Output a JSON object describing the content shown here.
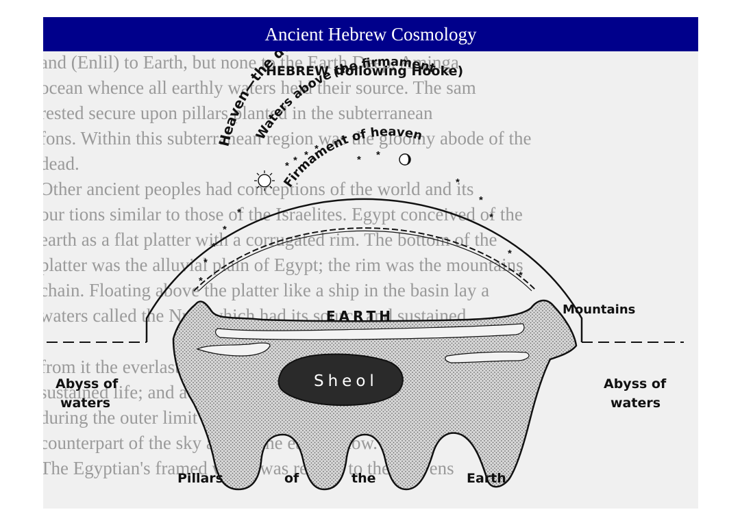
{
  "slide": {
    "title": "Ancient Hebrew Cosmology"
  },
  "diagram": {
    "heading": "HEBREW (following Hooke)",
    "arc_labels": {
      "heaven": "Heaven—the dwelling place of God",
      "waters_above": "Waters above the firmament",
      "firmament": "Firmament of heaven"
    },
    "earth": "EARTH",
    "mountains": "Mountains",
    "sheol": "Sheol",
    "abyss_left_line1": "Abyss of",
    "abyss_left_line2": "waters",
    "abyss_right_line1": "Abyss of",
    "abyss_right_line2": "waters",
    "pillars": [
      "Pillars",
      "of",
      "the",
      "Earth"
    ],
    "icons": [
      "sun-icon",
      "moon-icon",
      "star-icon"
    ]
  },
  "background_text": {
    "lines": [
      "and (Enlil) to Earth, but none to the Earth Deep, Aminga",
      "ocean whence all earthly waters held their source. The sam",
      "rested secure upon pillars planted in the subterranean",
      "fons. Within this subterranean region was the gloomy abode of the",
      "dead.",
      "Other ancient peoples had conceptions of the world and its",
      "our tions similar to those of the Israelites. Egypt conceived of the",
      "earth as a flat platter with a corrugated rim. The bottom of the",
      "platter was the alluvial plain of Egypt; the rim was the mountains",
      "chain. Floating above the platter like a ship in the basin lay a",
      "waters called the Nun, which had its source and sustained",
      "from it the everlasting sun, which remained constant in its",
      "sustained life; and across the floating sky the celestial bodies",
      "during the outer limit of the underworld, the netherworld. The",
      "counterpart of the sky arched the earth below.",
      "The Egyptian's framed world was related to the heavens"
    ]
  }
}
